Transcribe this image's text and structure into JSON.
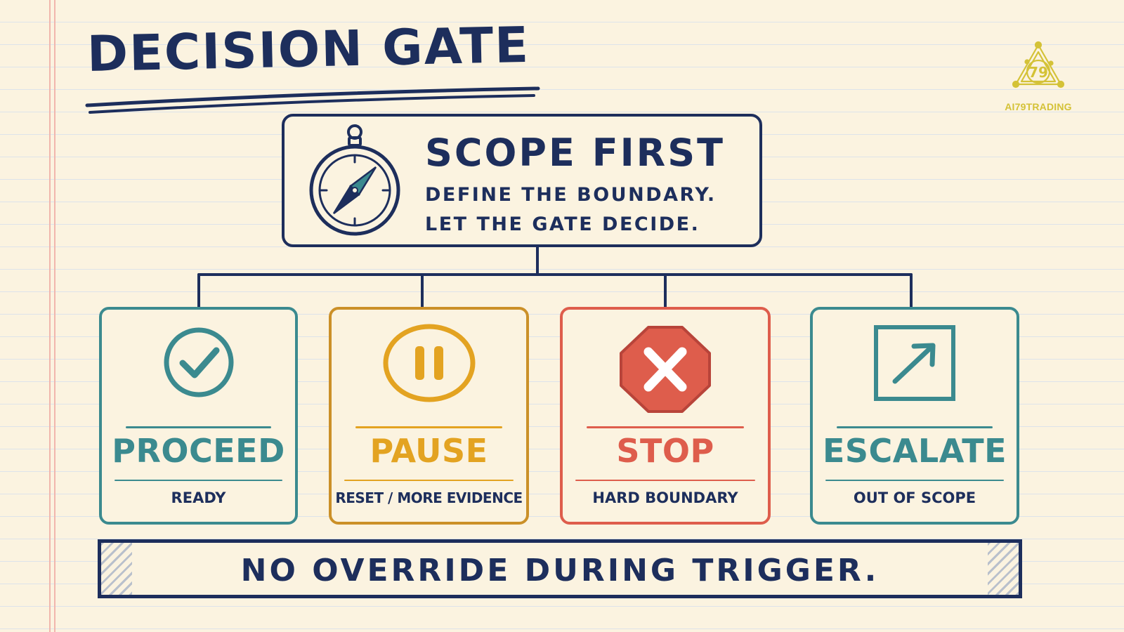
{
  "title": "DECISION GATE",
  "logo": {
    "text": "AI79TRADING",
    "badge_number": "79",
    "color": "#d4c237"
  },
  "scope": {
    "icon": "compass-icon",
    "title": "SCOPE FIRST",
    "line1": "DEFINE THE BOUNDARY.",
    "line2": "LET THE GATE DECIDE."
  },
  "outcomes": [
    {
      "label": "PROCEED",
      "sub": "READY",
      "icon": "check-circle-icon",
      "color": "#3b8a8f"
    },
    {
      "label": "PAUSE",
      "sub": "RESET / MORE EVIDENCE",
      "icon": "pause-circle-icon",
      "color": "#e3a321"
    },
    {
      "label": "STOP",
      "sub": "HARD BOUNDARY",
      "icon": "stop-octagon-icon",
      "color": "#de5d4c"
    },
    {
      "label": "ESCALATE",
      "sub": "OUT OF SCOPE",
      "icon": "arrow-up-right-square-icon",
      "color": "#3b8a8f"
    }
  ],
  "banner": "NO OVERRIDE DURING TRIGGER.",
  "colors": {
    "ink": "#1d2e5c",
    "paper": "#fbf3e0",
    "margin": "#f1b6ad"
  }
}
